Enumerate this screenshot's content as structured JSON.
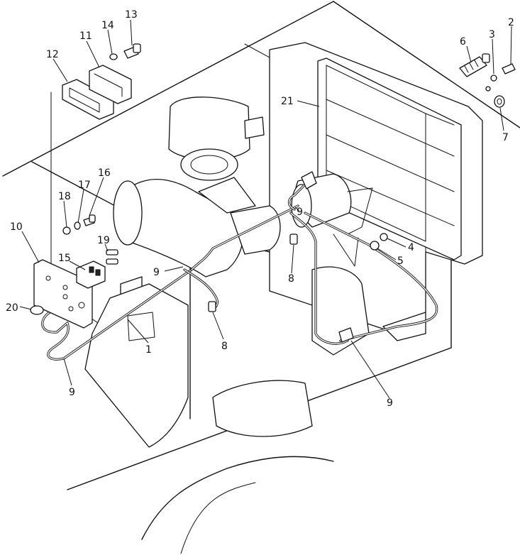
{
  "colors": {
    "ink": "#111111",
    "paper": "#ffffff"
  },
  "callouts": [
    {
      "id": "c1",
      "label": "1"
    },
    {
      "id": "c2",
      "label": "2"
    },
    {
      "id": "c3",
      "label": "3"
    },
    {
      "id": "c4",
      "label": "4"
    },
    {
      "id": "c5",
      "label": "5"
    },
    {
      "id": "c6",
      "label": "6"
    },
    {
      "id": "c7",
      "label": "7"
    },
    {
      "id": "c8a",
      "label": "8"
    },
    {
      "id": "c8b",
      "label": "8"
    },
    {
      "id": "c9a",
      "label": "9"
    },
    {
      "id": "c9b",
      "label": "9"
    },
    {
      "id": "c9c",
      "label": "9"
    },
    {
      "id": "c9d",
      "label": "9"
    },
    {
      "id": "c10",
      "label": "10"
    },
    {
      "id": "c11",
      "label": "11"
    },
    {
      "id": "c12",
      "label": "12"
    },
    {
      "id": "c13",
      "label": "13"
    },
    {
      "id": "c14",
      "label": "14"
    },
    {
      "id": "c15",
      "label": "15"
    },
    {
      "id": "c16",
      "label": "16"
    },
    {
      "id": "c17",
      "label": "17"
    },
    {
      "id": "c18",
      "label": "18"
    },
    {
      "id": "c19",
      "label": "19"
    },
    {
      "id": "c20",
      "label": "20"
    },
    {
      "id": "c21",
      "label": "21"
    }
  ]
}
